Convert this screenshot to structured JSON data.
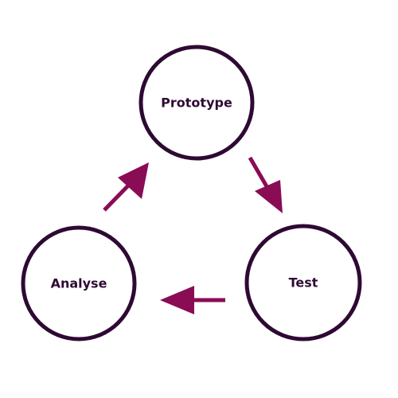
{
  "colors": {
    "node_outline": "#2e0a33",
    "label_text": "#2e0a33",
    "arrow": "#8a0c55",
    "background": "#ffffff"
  },
  "nodes": {
    "prototype": {
      "label": "Prototype"
    },
    "test": {
      "label": "Test"
    },
    "analyse": {
      "label": "Analyse"
    }
  },
  "edges": [
    {
      "from": "Prototype",
      "to": "Test"
    },
    {
      "from": "Test",
      "to": "Analyse"
    },
    {
      "from": "Analyse",
      "to": "Prototype"
    }
  ]
}
